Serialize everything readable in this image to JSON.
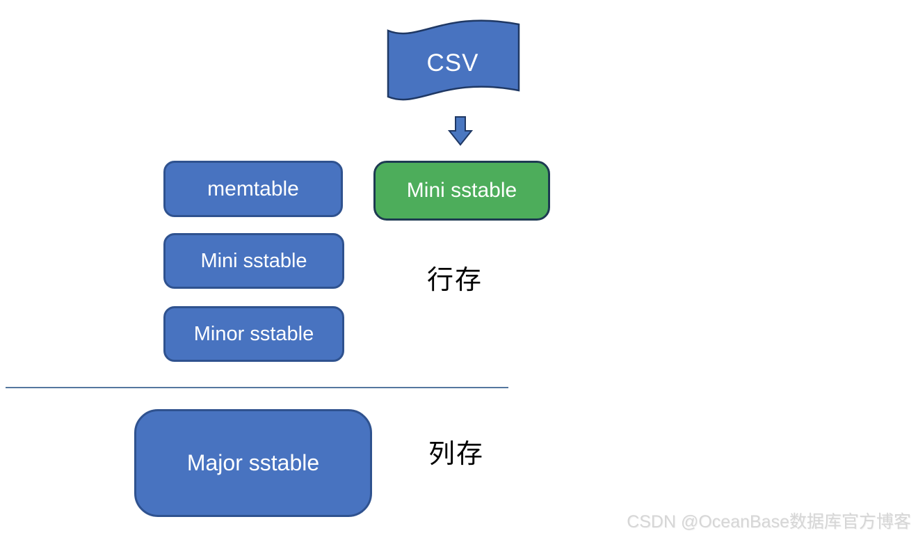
{
  "nodes": {
    "csv": {
      "label": "CSV",
      "shape": "wave-banner",
      "fill": "#4873c0",
      "border": "#1f3864"
    },
    "memtable": {
      "label": "memtable",
      "fill": "#4873c0",
      "border": "#2f528f"
    },
    "mini_sstable_green": {
      "label": "Mini sstable",
      "fill": "#4dad5b",
      "border": "#1e3a52"
    },
    "mini_sstable_blue": {
      "label": "Mini sstable",
      "fill": "#4873c0",
      "border": "#2f528f"
    },
    "minor_sstable": {
      "label": "Minor sstable",
      "fill": "#4873c0",
      "border": "#2f528f"
    },
    "major_sstable": {
      "label": "Major sstable",
      "fill": "#4873c0",
      "border": "#2f528f"
    }
  },
  "annotations": {
    "row_store": "行存",
    "column_store": "列存"
  },
  "connector": {
    "type": "down-block-arrow",
    "fill": "#4a77c0",
    "border": "#1f3864"
  },
  "divider_color": "#54779e",
  "watermark": {
    "text": "CSDN @OceanBase数据库官方博客",
    "color": "#d6d6d6"
  },
  "text_color_on_nodes": "#ffffff",
  "annotation_text_color": "#000000",
  "background": "#ffffff"
}
